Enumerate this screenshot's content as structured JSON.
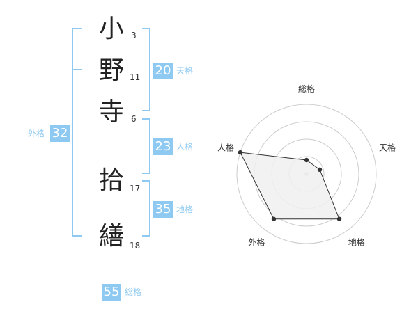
{
  "name_chars": [
    {
      "char": "小",
      "strokes": "3"
    },
    {
      "char": "野",
      "strokes": "11"
    },
    {
      "char": "寺",
      "strokes": "6"
    },
    {
      "char": "拾",
      "strokes": "17"
    },
    {
      "char": "繕",
      "strokes": "18"
    }
  ],
  "fortunes": {
    "tenkaku": {
      "value": "20",
      "label": "天格"
    },
    "jinkaku": {
      "value": "23",
      "label": "人格"
    },
    "chikaku": {
      "value": "35",
      "label": "地格"
    },
    "gaikaku": {
      "value": "32",
      "label": "外格"
    },
    "soukaku": {
      "value": "55",
      "label": "総格"
    }
  },
  "colors": {
    "accent": "#8ec9f1",
    "text": "#222222",
    "radar_fill": "#f0f0f0"
  },
  "chart_data": {
    "type": "radar",
    "axes": [
      "総格",
      "天格",
      "地格",
      "外格",
      "人格"
    ],
    "values": [
      0.2,
      0.2,
      0.8,
      0.8,
      1.0
    ],
    "rings": 4
  }
}
